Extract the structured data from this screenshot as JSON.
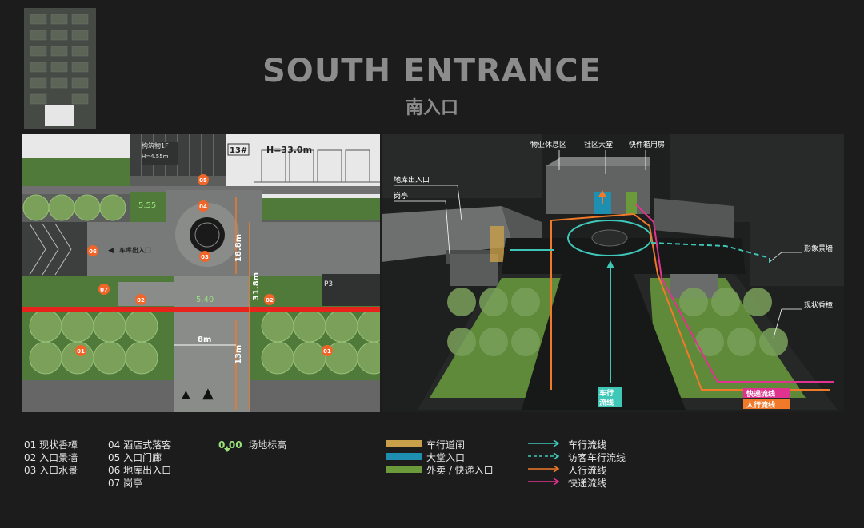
{
  "title_en": "SOUTH ENTRANCE",
  "title_cn": "南入口",
  "plan": {
    "building_label_1": "构筑物1F",
    "building_label_1_height": "H=4.55m",
    "building_label_13": "13#",
    "building_label_13_height": "H=33.0m",
    "elevation_1": "5.55",
    "elevation_2": "5.40",
    "garage_exit_label": "车库出入口",
    "dim_road_width": "8m",
    "dim_13": "13m",
    "dim_18_8": "18.8m",
    "dim_31_8": "31.8m",
    "building_p3": "P3",
    "markers": [
      "01",
      "02",
      "03",
      "04",
      "05",
      "06",
      "07"
    ]
  },
  "aerial": {
    "label_wuye": "物业休息区",
    "label_dating": "社区大堂",
    "label_kuaijian": "快件箱用房",
    "label_diku": "地库出入口",
    "label_gangting": "岗亭",
    "label_xingxiang": "形象景墙",
    "label_xianzhuang": "现状香樟",
    "label_chexing": "车行流线",
    "label_kuaidi": "快递流线",
    "label_renxing": "人行流线"
  },
  "legend_items": [
    {
      "num": "01",
      "text": "现状香樟"
    },
    {
      "num": "02",
      "text": "入口景墙"
    },
    {
      "num": "03",
      "text": "入口水景"
    },
    {
      "num": "04",
      "text": "酒店式落客"
    },
    {
      "num": "05",
      "text": "入口门廊"
    },
    {
      "num": "06",
      "text": "地库出入口"
    },
    {
      "num": "07",
      "text": "岗亭"
    }
  ],
  "elevation_legend": {
    "value": "0.00",
    "text": "场地标高"
  },
  "area_legend": [
    {
      "text": "车行道闸",
      "color": "#c9a04a"
    },
    {
      "text": "大堂入口",
      "color": "#1e8fb0"
    },
    {
      "text": "外卖 / 快递入口",
      "color": "#6a9a3a"
    }
  ],
  "flow_legend": [
    {
      "text": "车行流线",
      "color": "#3fc7b8",
      "style": "solid"
    },
    {
      "text": "访客车行流线",
      "color": "#3fc7b8",
      "style": "dashed"
    },
    {
      "text": "人行流线",
      "color": "#f07a2a",
      "style": "solid"
    },
    {
      "text": "快递流线",
      "color": "#e0338f",
      "style": "solid"
    }
  ],
  "colors": {
    "background": "#1c1c1c",
    "grass": "#4f7a3a",
    "tree": "#7aa05a",
    "paving": "#8a8a8a",
    "red_line": "#e8231c",
    "marker": "#f0662a",
    "vehicle_flow": "#3fc7b8",
    "pedestrian_flow": "#f07a2a",
    "delivery_flow": "#e0338f"
  }
}
